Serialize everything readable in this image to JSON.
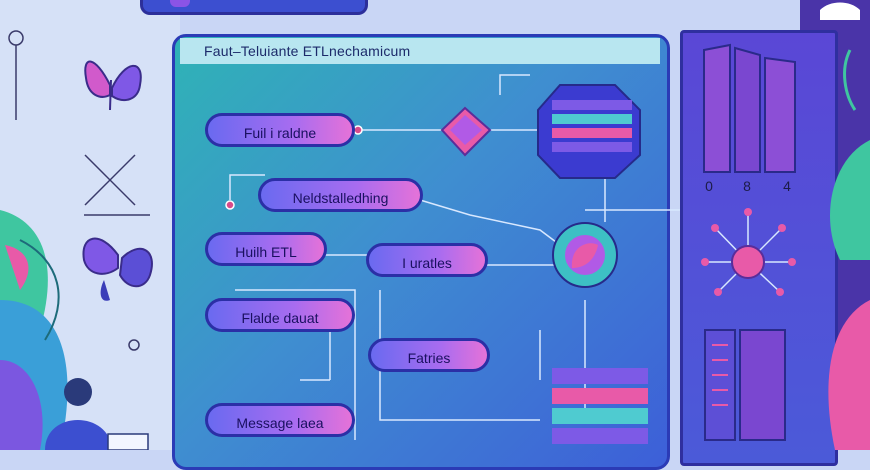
{
  "header": {
    "title": "Faut–Teluiante ETLnechamicum"
  },
  "nodes": {
    "n1": "Fuil i raldne",
    "n2": "Neldstalledhing",
    "n3": "Huilh ETL",
    "n4": "I uratles",
    "n5": "Flalde dauat",
    "n6": "Fatries",
    "n7": "Message laea"
  },
  "side_panel": {
    "values": [
      "0",
      "8",
      "4"
    ]
  },
  "colors": {
    "panel": "#3f8ed0",
    "pill_start": "#6a6af0",
    "pill_end": "#e572d8",
    "accent_pink": "#e85aa8",
    "sidebar": "#5a47d6"
  },
  "icons": [
    "butterfly-icon",
    "cross-icon",
    "plant-icon",
    "person-icon",
    "database-icon",
    "shield-icon",
    "hub-icon"
  ]
}
